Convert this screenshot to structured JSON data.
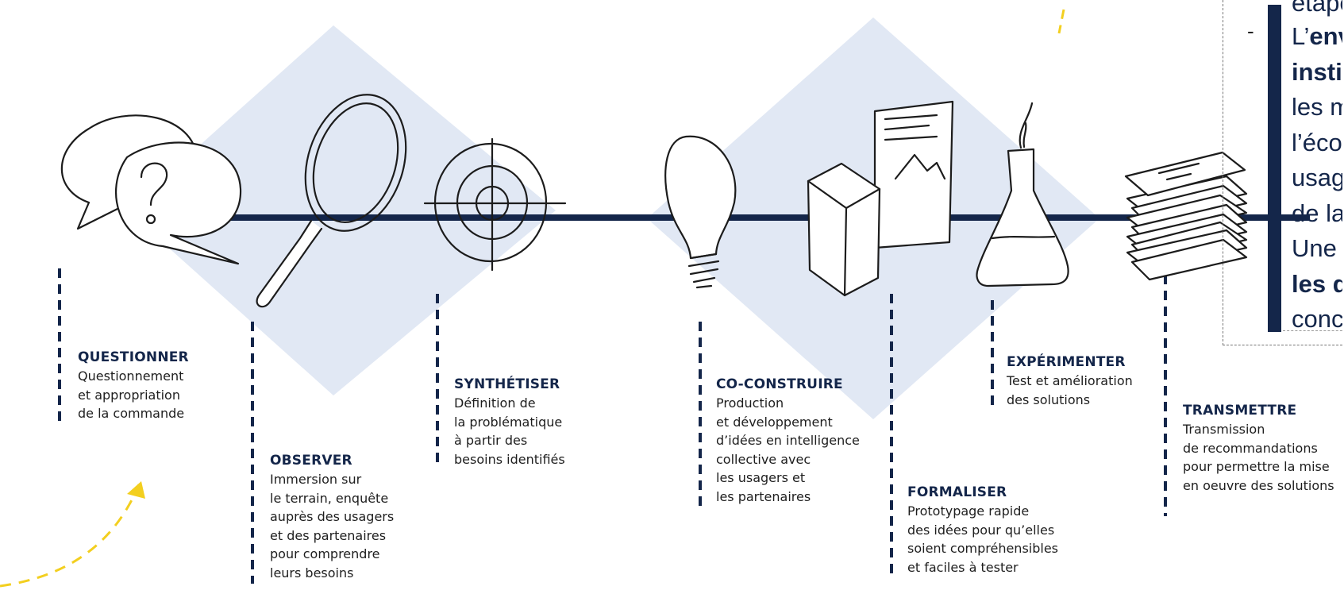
{
  "colors": {
    "navy": "#14264a",
    "diamond": "#e1e8f4",
    "arrow": "#f3cf1f",
    "text": "#1e1e1e"
  },
  "steps": [
    {
      "id": "questionner",
      "icon": "speech-bubbles-question-icon",
      "title": "QUESTIONNER",
      "lines": [
        "Questionnement",
        "et appropriation",
        "de la commande"
      ]
    },
    {
      "id": "observer",
      "icon": "magnifying-glass-icon",
      "title": "OBSERVER",
      "lines": [
        "Immersion sur",
        "le terrain, enquête",
        "auprès des usagers",
        "et des partenaires",
        "pour comprendre",
        "leurs besoins"
      ]
    },
    {
      "id": "synthetiser",
      "icon": "target-icon",
      "title": "SYNTHÉTISER",
      "lines": [
        "Définition de",
        "la problématique",
        "à partir des",
        "besoins identifiés"
      ]
    },
    {
      "id": "co-construire",
      "icon": "lightbulb-icon",
      "title": "CO-CONSTRUIRE",
      "lines": [
        "Production",
        "et développement",
        "d’idées en intelligence",
        "collective avec",
        "les usagers et",
        "les partenaires"
      ]
    },
    {
      "id": "formaliser",
      "icon": "prototype-cube-document-icon",
      "title": "FORMALISER",
      "lines": [
        "Prototypage rapide",
        "des idées pour qu’elles",
        "soient compréhensibles",
        "et faciles à tester"
      ]
    },
    {
      "id": "experimenter",
      "icon": "flask-icon",
      "title": "EXPÉRIMENTER",
      "lines": [
        "Test et amélioration",
        "des solutions"
      ]
    },
    {
      "id": "transmettre",
      "icon": "document-stack-icon",
      "title": "TRANSMETTRE",
      "lines": [
        "Transmission",
        "de recommandations",
        "pour permettre la mise",
        "en oeuvre des solutions"
      ]
    }
  ],
  "note": {
    "bullet": "-",
    "lines": [
      {
        "text": "étape",
        "bold": false
      },
      {
        "text": "L’env",
        "bold": false,
        "boldPart": "env"
      },
      {
        "text": "instit",
        "bold": true
      },
      {
        "text": "les m",
        "bold": false
      },
      {
        "text": "l’écou",
        "bold": false
      },
      {
        "text": "usage",
        "bold": false
      },
      {
        "text": "de la",
        "bold": false
      },
      {
        "text": "Une c",
        "bold": false
      },
      {
        "text": "les d",
        "bold": true
      },
      {
        "text": "conce",
        "bold": false
      }
    ]
  }
}
